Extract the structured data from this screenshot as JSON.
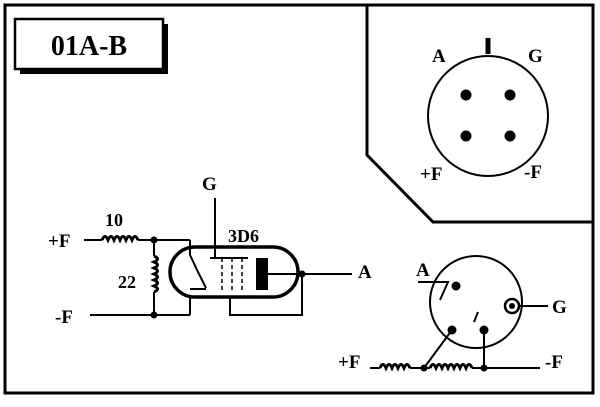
{
  "title": "01A-B",
  "socket_top": {
    "pin_a": "A",
    "pin_g": "G",
    "pin_plus_f": "+F",
    "pin_minus_f": "-F"
  },
  "schematic": {
    "grid_label": "G",
    "tube_type": "3D6",
    "resistor_series": "10",
    "resistor_shunt": "22",
    "plus_f": "+F",
    "minus_f": "-F",
    "anode": "A"
  },
  "socket_bottom": {
    "pin_a": "A",
    "pin_g": "G",
    "plus_f": "+F",
    "minus_f": "-F"
  }
}
